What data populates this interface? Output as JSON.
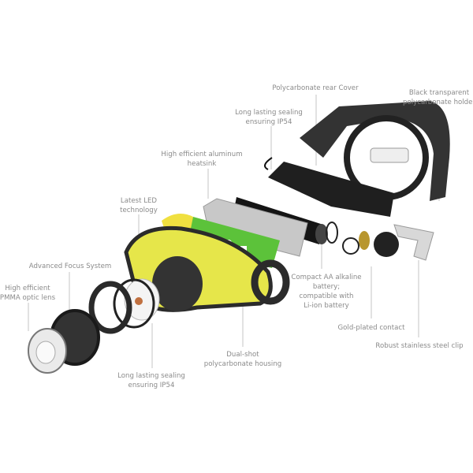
{
  "colors": {
    "label": "#8a8a8a",
    "leader": "#c4c4c4",
    "housing_yellow": "#e6e64a",
    "pcb_green": "#5cc23a",
    "body_dark": "#2b2b2b"
  },
  "labels": {
    "rear_cover": [
      "Polycarbonate rear Cover"
    ],
    "holder": [
      "Black transparent",
      "polycarbonate holder"
    ],
    "sealing_top": [
      "Long lasting sealing",
      "ensuring IP54"
    ],
    "heatsink": [
      "High efficient aluminum",
      "heatsink"
    ],
    "led": [
      "Latest LED",
      "technology"
    ],
    "focus": [
      "Advanced Focus System"
    ],
    "lens": [
      "High efficient",
      "PMMA optic lens"
    ],
    "battery": [
      "Compact AA alkaline",
      "battery;",
      "compatible with",
      "Li-ion battery"
    ],
    "contact": [
      "Gold-plated contact"
    ],
    "clip": [
      "Robust stainless steel clip"
    ],
    "housing": [
      "Dual-shot",
      "polycarbonate housing"
    ],
    "sealing_bottom": [
      "Long lasting sealing",
      "ensuring IP54"
    ]
  }
}
